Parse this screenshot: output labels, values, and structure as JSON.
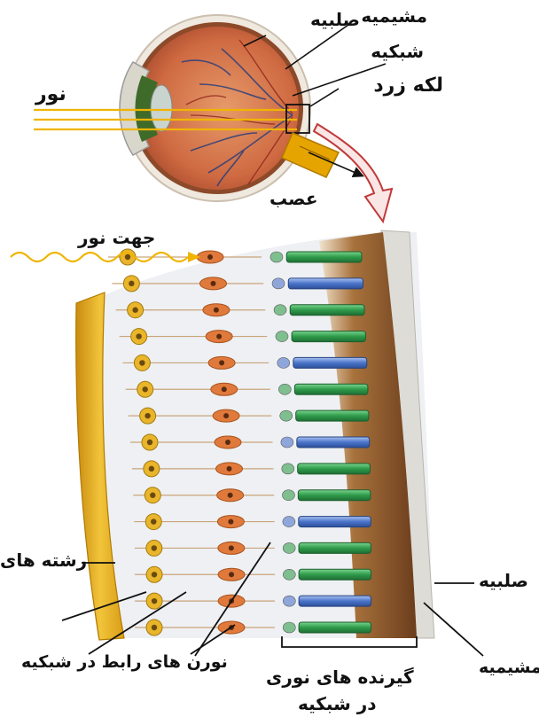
{
  "labels": {
    "choroid_top": "مشیمیه",
    "sclera_top": "صلبیه",
    "retina_top": "شبکیه",
    "macula": "لکه زرد",
    "light": "نور",
    "nerve": "عصب",
    "light_direction": "جهت نور",
    "fibers": "رشته های",
    "sclera_right": "صلبیه",
    "connecting_neurons": "نورن های رابط در شبکیه",
    "photoreceptors_line1": "گیرنده های نوری",
    "photoreceptors_line2": "در شبکیه",
    "choroid_right": "مشیمیه"
  },
  "colors": {
    "sclera": "#e9e2d6",
    "choroid": "#7a4a24",
    "retina_red": "#c85a3a",
    "light_beam": "#f0b400",
    "nerve": "#e6a400",
    "rod": "#2e9b4a",
    "cone": "#4a74c9",
    "bipolar": "#e07a3c",
    "ganglion": "#e9b52a",
    "arrow_fill": "#fbe6e6",
    "arrow_stroke": "#c03a3a"
  },
  "rows": [
    {
      "type": "rod"
    },
    {
      "type": "cone"
    },
    {
      "type": "rod"
    },
    {
      "type": "rod"
    },
    {
      "type": "cone"
    },
    {
      "type": "rod"
    },
    {
      "type": "rod"
    },
    {
      "type": "cone"
    },
    {
      "type": "rod"
    },
    {
      "type": "rod"
    },
    {
      "type": "cone"
    },
    {
      "type": "rod"
    },
    {
      "type": "rod"
    },
    {
      "type": "cone"
    },
    {
      "type": "rod"
    }
  ]
}
